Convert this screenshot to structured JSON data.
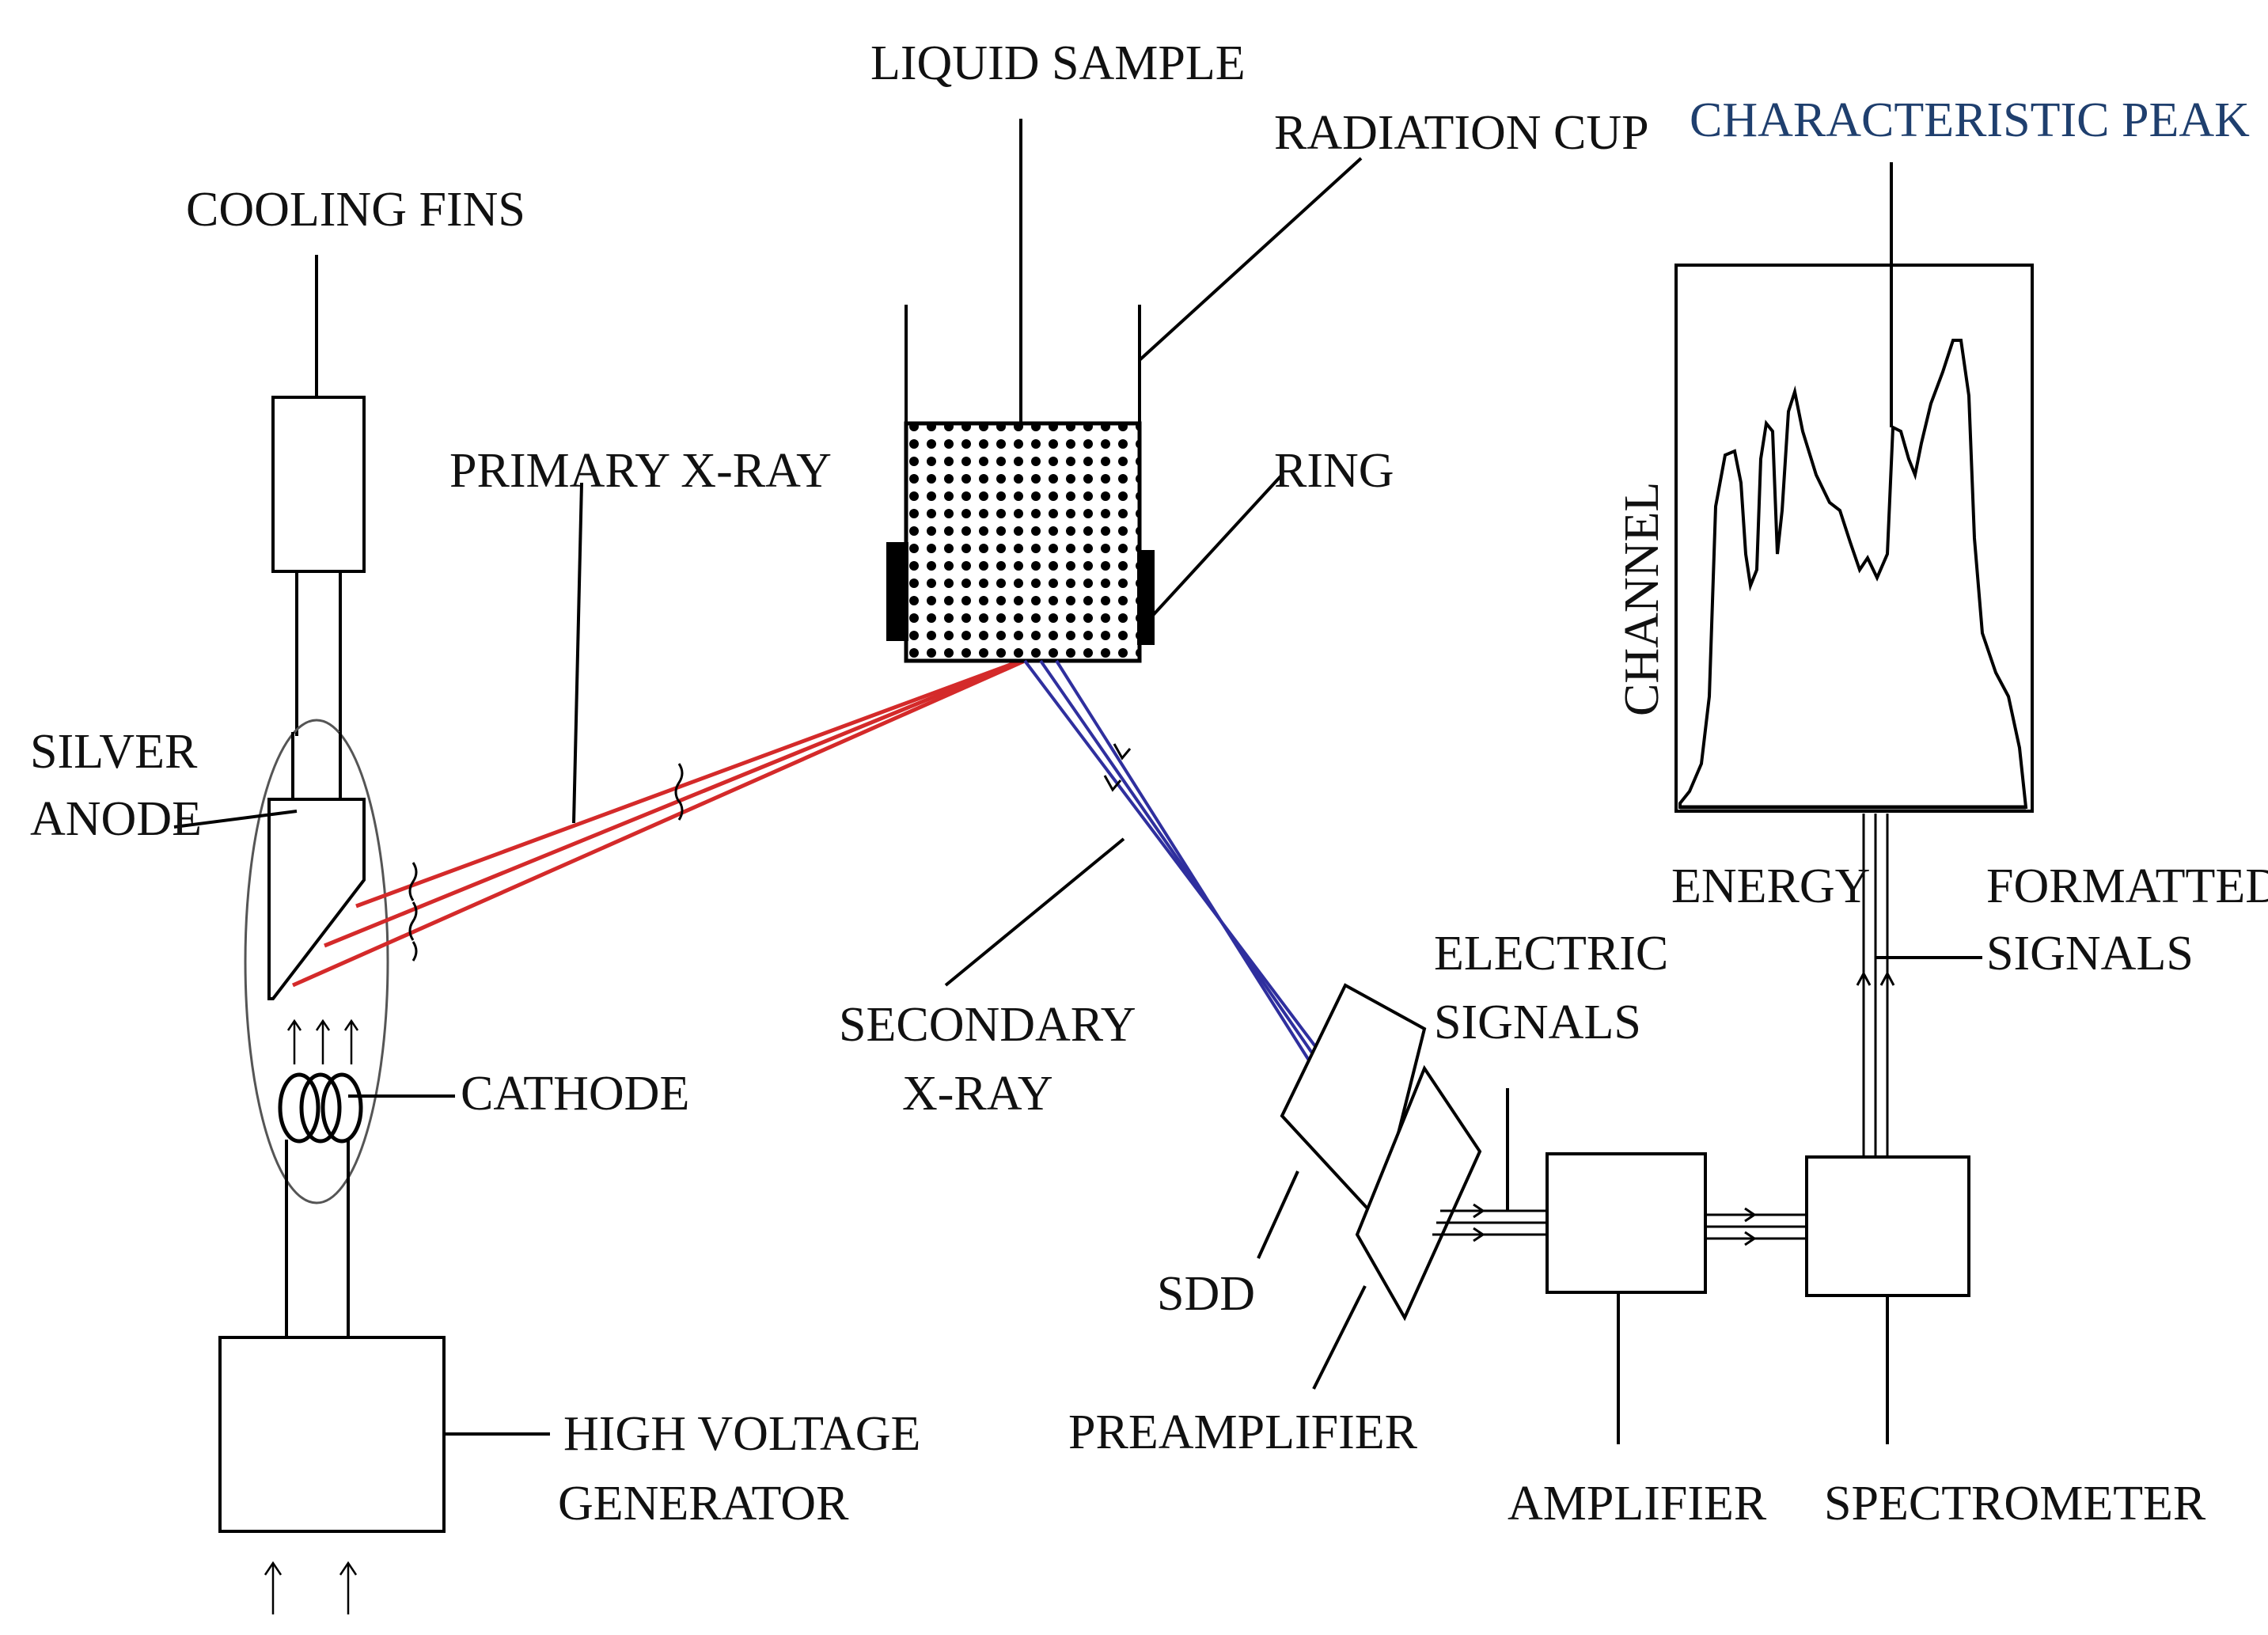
{
  "labels": {
    "liquid_sample": "LIQUID SAMPLE",
    "radiation_cup": "RADIATION CUP",
    "characteristic_peak": "CHARACTERISTIC PEAK",
    "cooling_fins": "COOLING FINS",
    "primary_xray": "PRIMARY X-RAY",
    "ring": "RING",
    "silver": "SILVER",
    "anode": "ANODE",
    "cathode": "CATHODE",
    "secondary": "SECONDARY",
    "xray": "X-RAY",
    "electric": "ELECTRIC",
    "signals": "SIGNALS",
    "energy": "ENERGY",
    "formatted": "FORMATTED",
    "formatted_signals": "SIGNALS",
    "channel": "CHANNEL",
    "sdd": "SDD",
    "preamplifier": "PREAMPLIFIER",
    "high_voltage": "HIGH VOLTAGE",
    "generator": "GENERATOR",
    "amplifier": "AMPLIFIER",
    "spectrometer": "SPECTROMETER"
  },
  "colors": {
    "primary_beam": "#d42a2a",
    "secondary_beam": "#2f2f9e",
    "outline": "#000000",
    "accent_label": "#1f3f6e"
  }
}
